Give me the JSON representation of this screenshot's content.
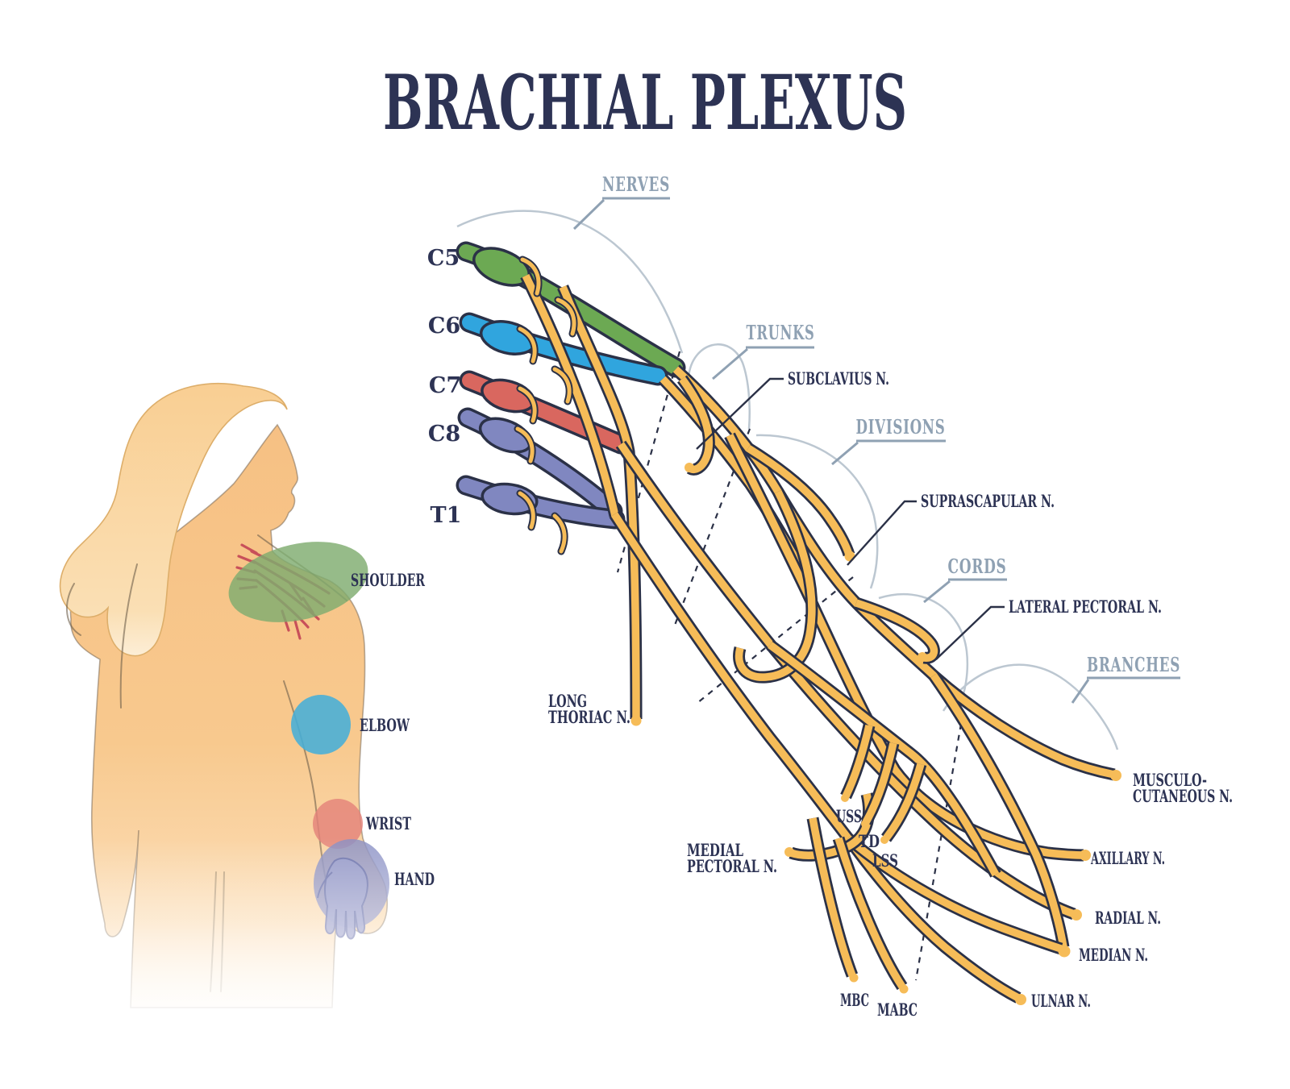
{
  "title": "BRACHIAL PLEXUS",
  "sections": {
    "nerves": "NERVES",
    "trunks": "TRUNKS",
    "divisions": "DIVISIONS",
    "cords": "CORDS",
    "branches": "BRANCHES"
  },
  "roots": {
    "c5": "C5",
    "c6": "C6",
    "c7": "C7",
    "c8": "C8",
    "t1": "T1"
  },
  "body_regions": {
    "shoulder": "SHOULDER",
    "elbow": "ELBOW",
    "wrist": "WRIST",
    "hand": "HAND"
  },
  "nerves": {
    "subclavius": "SUBCLAVIUS N.",
    "suprascapular": "SUPRASCAPULAR N.",
    "lateral_pectoral": "LATERAL PECTORAL N.",
    "long_thoriac_line1": "LONG",
    "long_thoriac_line2": "THORIAC N.",
    "medial_pectoral_line1": "MEDIAL",
    "medial_pectoral_line2": "PECTORAL N.",
    "musculocutaneous_line1": "MUSCULO-",
    "musculocutaneous_line2": "CUTANEOUS N.",
    "uss": "USS",
    "td": "TD",
    "lss": "LSS",
    "mbc": "MBC",
    "mabc": "MABC",
    "axillary": "AXILLARY N.",
    "radial": "RADIAL N.",
    "median": "MEDIAN N.",
    "ulnar": "ULNAR N."
  },
  "colors": {
    "c5_green": "#6CA953",
    "c6_blue": "#30A5DE",
    "c7_red": "#D9675F",
    "c8_t1_purple": "#8087C0",
    "nerve_yellow": "#F6BC58",
    "outline_navy": "#2B3147",
    "label_navy": "#2D3354",
    "section_gray": "#8FA1B3",
    "bracket_gray": "#BCC7D1",
    "skin": "#F7C289",
    "hair": "#F9CE92",
    "shoulder_green": "#7FAC6F",
    "elbow_blue": "#46AED8",
    "wrist_red": "#E4837A",
    "hand_purple": "#8A90C4",
    "plexus_red": "#C8505A"
  }
}
